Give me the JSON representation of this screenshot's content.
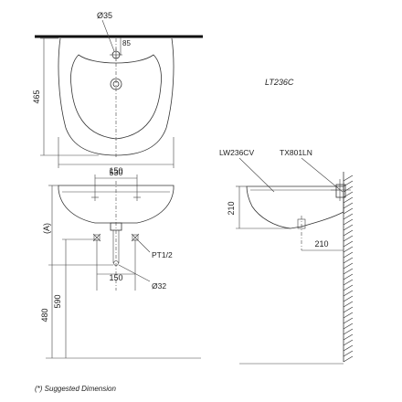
{
  "model": "LT236C",
  "top_view": {
    "hole_diameter": "Ø35",
    "hole_offset": "85",
    "depth": "465",
    "width": "530"
  },
  "front_view": {
    "bolt_spacing_top": "150",
    "bolt_spacing_bottom": "150",
    "height_a": "(A)",
    "thread": "PT1/2",
    "drain_diameter": "Ø32",
    "drain_height": "590",
    "supply_height": "480"
  },
  "side_view": {
    "basin_model": "LW236CV",
    "trap_model": "TX801LN",
    "height": "210",
    "projection": "210"
  },
  "footnote": "(*) Suggested Dimension"
}
